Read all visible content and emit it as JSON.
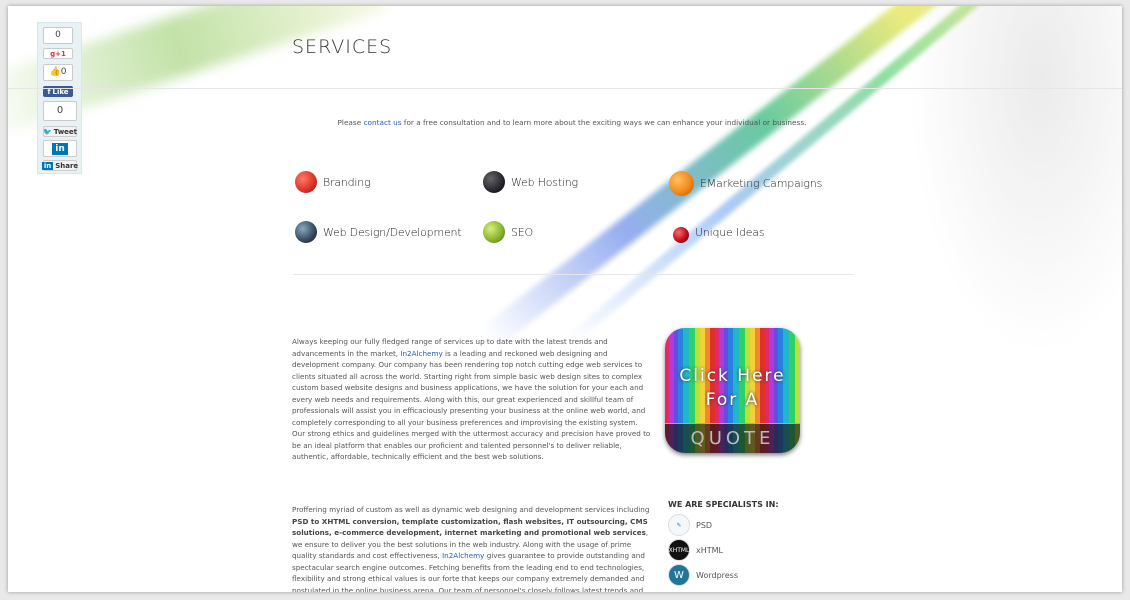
{
  "social": {
    "gplus_count": "0",
    "gplus_label": "g+1",
    "like_count": "0",
    "fb_like": "Like",
    "tweet_count": "0",
    "tweet": "Tweet",
    "linkedin": "in",
    "share": "Share"
  },
  "page": {
    "title": "SERVICES",
    "intro_pre": "Please ",
    "intro_link": "contact us",
    "intro_post": " for a free consultation and to learn more about the exciting ways we can enhance your individual or business."
  },
  "services": [
    {
      "label": "Branding",
      "color": "#e0342a"
    },
    {
      "label": "Web Hosting",
      "color": "#2a2a33"
    },
    {
      "label": "EMarketing Campaigns",
      "color": "#f28a1a"
    },
    {
      "label": "Web Design/Development",
      "color": "#3a4e66"
    },
    {
      "label": "SEO",
      "color": "#8ab52e"
    },
    {
      "label": "Unique Ideas",
      "color": "#b8101e"
    }
  ],
  "para1": {
    "a": "Always keeping our fully fledged range of services up to date with the latest trends and advancements in the market, ",
    "brand": "In2Alchemy",
    "b": " is a leading and reckoned web designing and development company. Our company has been rendering top notch cutting edge web services to clients situated all across the world. Starting right from simple basic web design sites to complex custom based website designs and business applications, we have the solution for your each and every web needs and requirements. Along with this, our great experienced and skillful team of professionals will assist you in efficaciously presenting your business at the online web world, and completely corresponding to all your business preferences and improvising the existing system. Our strong ethics and guidelines merged with the uttermost accuracy and precision have proved to be an ideal platform that enables our proficient and talented personnel's to deliver reliable, authentic, affordable, technically efficient and the best web solutions."
  },
  "para2": {
    "a": "Proffering myriad of custom as well as dynamic web designing and development services including ",
    "bold": "PSD to XHTML conversion, template customization, flash websites, IT outsourcing, CMS solutions, e-commerce development, internet marketing and promotional web services",
    "b": ", we ensure to deliver you the best solutions in the web industry. Along with the usage of prime quality standards and cost effectiveness, ",
    "brand": "In2Alchemy",
    "c": " gives guarantee to provide outstanding and spectacular search engine outcomes. Fetching benefits from the leading end to end technologies, flexibility and strong ethical values is our forte that keeps our company extremely demanded and postulated in the online business arena. Our team of personnel's closely follows latest trends and efficiently executes them in our web services, along with creating"
  },
  "quote": {
    "line1": "Click Here",
    "line2": "For A",
    "line3": "QUOTE"
  },
  "specialists": {
    "heading": "WE ARE SPECIALISTS IN:",
    "items": [
      {
        "label": "PSD",
        "icon": "XHTML"
      },
      {
        "label": "xHTML",
        "icon": "XHTML"
      },
      {
        "label": "Wordpress",
        "icon": "W"
      }
    ]
  }
}
